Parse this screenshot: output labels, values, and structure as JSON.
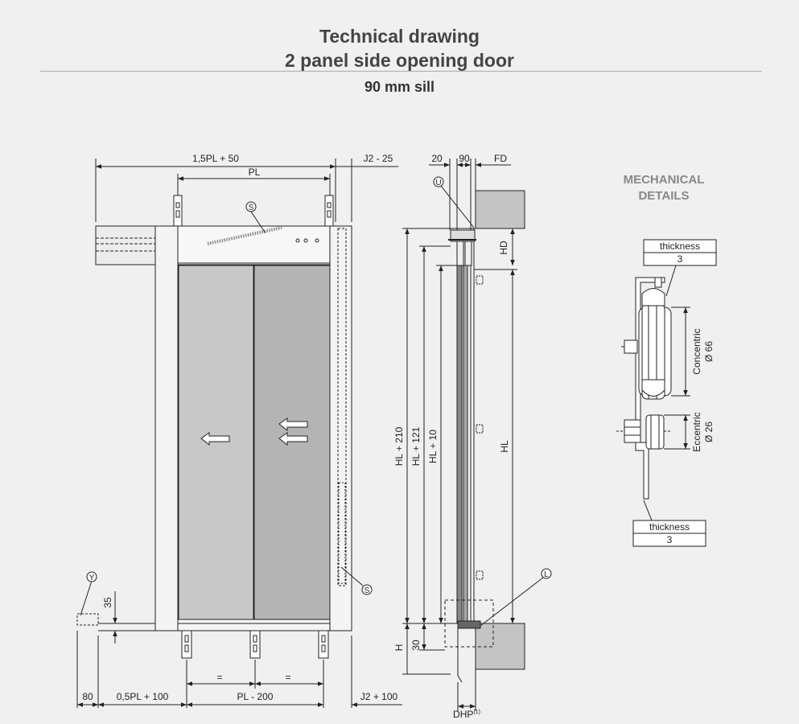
{
  "header": {
    "title_line1": "Technical drawing",
    "title_line2": "2 panel side opening door",
    "subtitle": "90 mm sill"
  },
  "front_view": {
    "dim_top_total": "1,5PL + 50",
    "dim_top_pl": "PL",
    "dim_top_j2": "J2 - 25",
    "dim_35": "35",
    "dim_bottom_80": "80",
    "dim_bottom_left": "0,5PL + 100",
    "dim_bottom_mid": "PL - 200",
    "dim_bottom_right": "J2 + 100",
    "dim_equal": "=",
    "callout_s": "S",
    "callout_y": "Y"
  },
  "side_view": {
    "dim_20": "20",
    "dim_90": "90",
    "dim_fd": "FD",
    "dim_hd": "HD",
    "dim_hl210": "HL + 210",
    "dim_hl121": "HL + 121",
    "dim_hl10": "HL + 10",
    "dim_hl": "HL",
    "dim_h": "H",
    "dim_30": "30",
    "dim_dhp": "DHP",
    "dim_dhp_sup": "(1)",
    "callout_u": "U",
    "callout_l": "L"
  },
  "mechanical": {
    "heading_line1": "MECHANICAL",
    "heading_line2": "DETAILS",
    "thickness_label": "thickness",
    "thickness_value": "3",
    "concentric": "Concentric",
    "concentric_dia": "Ø 66",
    "eccentric": "Eccentric",
    "eccentric_dia": "Ø 26"
  },
  "colors": {
    "background": "#f0f0f0",
    "panel_left": "#c8c8c8",
    "panel_right": "#b4b4b4",
    "wall": "#c4c4c4",
    "line": "#222222"
  }
}
